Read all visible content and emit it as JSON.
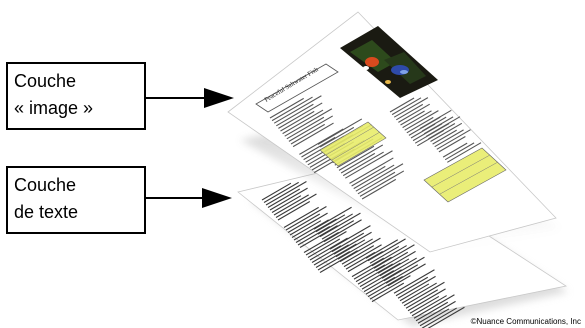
{
  "labels": {
    "image_layer": [
      "Couche",
      "« image »"
    ],
    "text_layer": [
      "Couche",
      "de texte"
    ]
  },
  "document": {
    "heading": "Peaceful Saltwater Fish"
  },
  "credit": "©Nuance Communications, Inc"
}
